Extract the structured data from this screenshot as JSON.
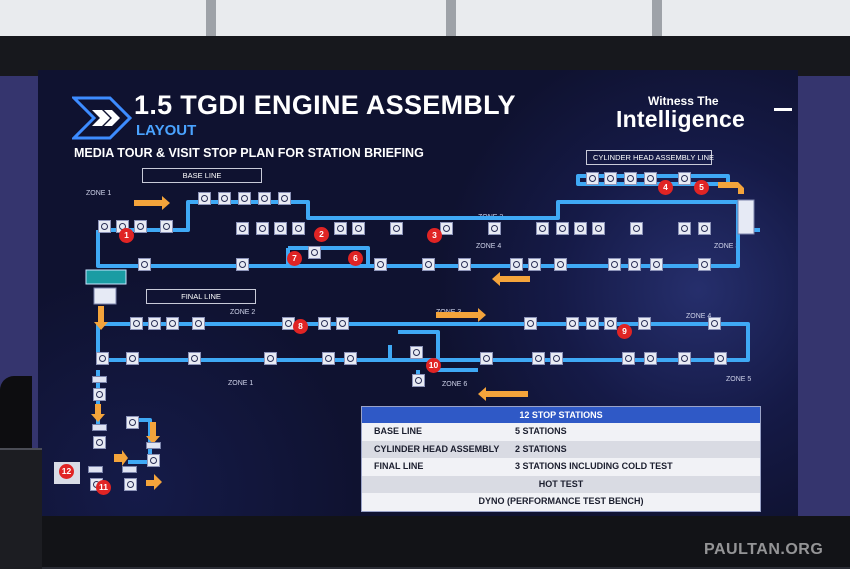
{
  "header": {
    "title": "1.5 TGDI ENGINE ASSEMBLY",
    "layout_label": "LAYOUT",
    "subtitle": "MEDIA TOUR & VISIT STOP PLAN FOR STATION BRIEFING"
  },
  "brand": {
    "tagline": "Witness The",
    "name": "Intelligence"
  },
  "lines": {
    "base_line": "BASE LINE",
    "cylinder_head": "CYLINDER HEAD ASSEMBLY LINE",
    "final_line": "FINAL LINE"
  },
  "zones": {
    "base_zone1": "ZONE 1",
    "base_zone2": "ZONE 2",
    "base_zone3": "ZONE 3",
    "base_zone4": "ZONE 4",
    "final_zone1": "ZONE 1",
    "final_zone2": "ZONE 2",
    "final_zone3": "ZONE 3",
    "final_zone4": "ZONE 4",
    "final_zone5": "ZONE 5",
    "final_zone6": "ZONE 6"
  },
  "stops": [
    "1",
    "2",
    "3",
    "4",
    "5",
    "6",
    "7",
    "8",
    "9",
    "10",
    "11",
    "12"
  ],
  "summary_table": {
    "header": "12 STOP STATIONS",
    "rows": [
      {
        "label": "BASE LINE",
        "value": "5 STATIONS"
      },
      {
        "label": "CYLINDER HEAD ASSEMBLY",
        "value": "2 STATIONS"
      },
      {
        "label": "FINAL LINE",
        "value": "3 STATIONS INCLUDING COLD TEST"
      }
    ],
    "full_rows": [
      "HOT TEST",
      "DYNO (PERFORMANCE TEST BENCH)"
    ]
  },
  "watermark": "PAULTAN.ORG",
  "colors": {
    "flow_line": "#3fa9f5",
    "arrow": "#f4a43b",
    "stop_badge": "#e02424",
    "table_header": "#2f59c6",
    "layout_accent": "#4aa3ff"
  }
}
